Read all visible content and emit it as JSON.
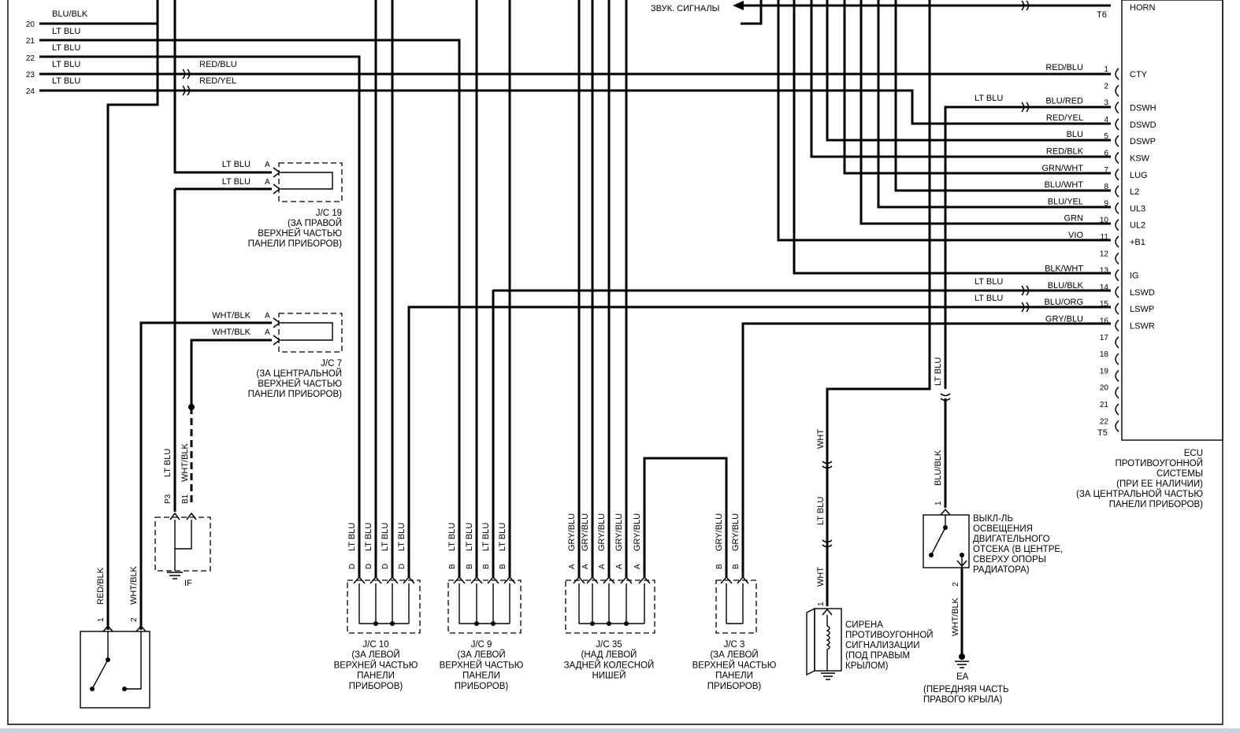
{
  "left_rows": [
    {
      "pin": "20",
      "wire": "BLU/BLK"
    },
    {
      "pin": "21",
      "wire": "LT BLU"
    },
    {
      "pin": "22",
      "wire": "LT BLU"
    },
    {
      "pin": "23",
      "wire": "LT BLU",
      "wire2": "RED/BLU"
    },
    {
      "pin": "24",
      "wire": "LT BLU",
      "wire2": "RED/YEL"
    }
  ],
  "horn": {
    "label": "ЗВУК. СИГНАЛЫ",
    "pin_label": "HORN",
    "connector": "T6"
  },
  "ecu": {
    "rows": [
      {
        "pin": "1",
        "wire": "RED/BLU",
        "term": "CTY"
      },
      {
        "pin": "2",
        "wire": "",
        "term": ""
      },
      {
        "pin": "3",
        "wire": "BLU/RED",
        "wire_in": "LT BLU",
        "term": "DSWH"
      },
      {
        "pin": "4",
        "wire": "RED/YEL",
        "term": "DSWD"
      },
      {
        "pin": "5",
        "wire": "BLU",
        "term": "DSWP"
      },
      {
        "pin": "6",
        "wire": "RED/BLK",
        "term": "KSW"
      },
      {
        "pin": "7",
        "wire": "GRN/WHT",
        "term": "LUG"
      },
      {
        "pin": "8",
        "wire": "BLU/WHT",
        "term": "L2"
      },
      {
        "pin": "9",
        "wire": "BLU/YEL",
        "term": "UL3"
      },
      {
        "pin": "10",
        "wire": "GRN",
        "term": "UL2"
      },
      {
        "pin": "11",
        "wire": "VIO",
        "term": "+B1"
      },
      {
        "pin": "12",
        "wire": "",
        "term": ""
      },
      {
        "pin": "13",
        "wire": "BLK/WHT",
        "term": "IG"
      },
      {
        "pin": "14",
        "wire": "BLU/BLK",
        "wire_in": "LT BLU",
        "term": "LSWD"
      },
      {
        "pin": "15",
        "wire": "BLU/ORG",
        "wire_in": "LT BLU",
        "term": "LSWP"
      },
      {
        "pin": "16",
        "wire": "GRY/BLU",
        "term": "LSWR"
      },
      {
        "pin": "17",
        "wire": "",
        "term": ""
      },
      {
        "pin": "18",
        "wire": "",
        "term": ""
      },
      {
        "pin": "19",
        "wire": "",
        "term": ""
      },
      {
        "pin": "20",
        "wire": "",
        "term": ""
      },
      {
        "pin": "21",
        "wire": "",
        "term": ""
      },
      {
        "pin": "22",
        "wire": "",
        "term": ""
      }
    ],
    "connector": "T5",
    "caption": [
      "ECU",
      "ПРОТИВОУГОННОЙ",
      "СИСТЕМЫ",
      "(ПРИ ЕЕ НАЛИЧИИ)",
      "(ЗА ЦЕНТРАЛЬНОЙ ЧАСТЬЮ",
      "ПАНЕЛИ ПРИБОРОВ)"
    ]
  },
  "jc19": {
    "wires": [
      "LT BLU",
      "LT BLU"
    ],
    "pin": "A",
    "caption": [
      "J/C 19",
      "(ЗА ПРАВОЙ",
      "ВЕРХНЕЙ ЧАСТЬЮ",
      "ПАНЕЛИ ПРИБОРОВ)"
    ]
  },
  "jc7": {
    "wires": [
      "WHT/BLK",
      "WHT/BLK"
    ],
    "pin": "A",
    "caption": [
      "J/C 7",
      "(ЗА ЦЕНТРАЛЬНОЙ",
      "ВЕРХНЕЙ ЧАСТЬЮ",
      "ПАНЕЛИ ПРИБОРОВ)"
    ]
  },
  "if_conn": {
    "wires": [
      "LT BLU",
      "WHT/BLK"
    ],
    "pins": [
      "P3",
      "B1"
    ],
    "caption": "IF"
  },
  "jc10": {
    "wires": [
      "LT BLU",
      "LT BLU",
      "LT BLU",
      "LT BLU"
    ],
    "pin": "D",
    "caption": [
      "J/C 10",
      "(ЗА ЛЕВОЙ",
      "ВЕРХНЕЙ ЧАСТЬЮ",
      "ПАНЕЛИ",
      "ПРИБОРОВ)"
    ]
  },
  "jc9": {
    "wires": [
      "LT BLU",
      "LT BLU",
      "LT BLU",
      "LT BLU"
    ],
    "pin": "B",
    "caption": [
      "J/C 9",
      "(ЗА ЛЕВОЙ",
      "ВЕРХНЕЙ ЧАСТЬЮ",
      "ПАНЕЛИ",
      "ПРИБОРОВ)"
    ]
  },
  "jc35": {
    "wires": [
      "GRY/BLU",
      "GRY/BLU",
      "GRY/BLU",
      "GRY/BLU",
      "GRY/BLU"
    ],
    "pin": "A",
    "caption": [
      "J/C 35",
      "(НАД ЛЕВОЙ",
      "ЗАДНЕЙ КОЛЕСНОЙ",
      "НИШЕЙ"
    ]
  },
  "jc3": {
    "wires": [
      "GRY/BLU",
      "GRY/BLU"
    ],
    "pin": "B",
    "caption": [
      "J/C 3",
      "(ЗА ЛЕВОЙ",
      "ВЕРХНЕЙ ЧАСТЬЮ",
      "ПАНЕЛИ",
      "ПРИБОРОВ)"
    ]
  },
  "left_switch": {
    "wires": [
      "RED/BLK",
      "WHT/BLK"
    ],
    "pins": [
      "1",
      "2"
    ]
  },
  "siren": {
    "wires": [
      "WHT",
      "LT BLU",
      "WHT"
    ],
    "pin": "1",
    "caption": [
      "СИРЕНА",
      "ПРОТИВОУГОННОЙ",
      "СИГНАЛИЗАЦИИ",
      "(ПОД ПРАВЫМ",
      "КРЫЛОМ)"
    ]
  },
  "hood_switch": {
    "wires": [
      "LT BLU",
      "BLU/BLK",
      "WHT/BLK"
    ],
    "pins": [
      "1",
      "2"
    ],
    "caption": [
      "ВЫКЛ-ЛЬ",
      "ОСВЕЩЕНИЯ",
      "ДВИГАТЕЛЬНОГО",
      "ОТСЕКА (В ЦЕНТРЕ,",
      "СВЕРХУ ОПОРЫ",
      "РАДИАТОРА)"
    ]
  },
  "ground_ea": {
    "label": "EA",
    "caption": [
      "(ПЕРЕДНЯЯ ЧАСТЬ",
      "ПРАВОГО КРЫЛА)"
    ]
  }
}
